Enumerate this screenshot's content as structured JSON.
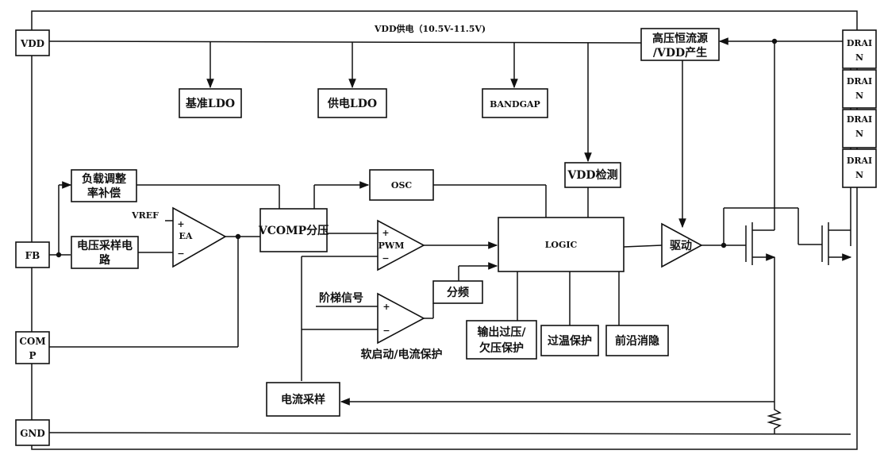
{
  "pins": {
    "vdd": "VDD",
    "fb": "FB",
    "comp_1": "COM",
    "comp_2": "P",
    "gnd": "GND",
    "drain_1": [
      "DRAI",
      "N"
    ],
    "drain_2": [
      "DRAI",
      "N"
    ],
    "drain_3": [
      "DRAI",
      "N"
    ],
    "drain_4": [
      "DRAI",
      "N"
    ]
  },
  "supply_label": "VDD供电（10.5V-11.5V)",
  "blocks": {
    "ref_ldo": "基准LDO",
    "supply_ldo": "供电LDO",
    "bandgap": "BANDGAP",
    "hv_source_1": "高压恒流源",
    "hv_source_2": "/VDD产生",
    "load_comp_1": "负载调整",
    "load_comp_2": "率补偿",
    "osc": "OSC",
    "vdd_detect": "VDD检测",
    "vsample_1": "电压采样电",
    "vsample_2": "路",
    "vcomp_div": "VCOMP分压",
    "logic": "LOGIC",
    "divider": "分频",
    "ovp_1": "输出过压/",
    "ovp_2": "欠压保护",
    "otp": "过温保护",
    "leb": "前沿消隐",
    "isample": "电流采样"
  },
  "amps": {
    "ea_label": "EA",
    "ea_vref": "VREF",
    "pwm_label": "PWM",
    "driver_label": "驱动",
    "ss_input": "阶梯信号",
    "ss_label": "软启动/电流保护",
    "plus": "+",
    "minus": "−"
  }
}
